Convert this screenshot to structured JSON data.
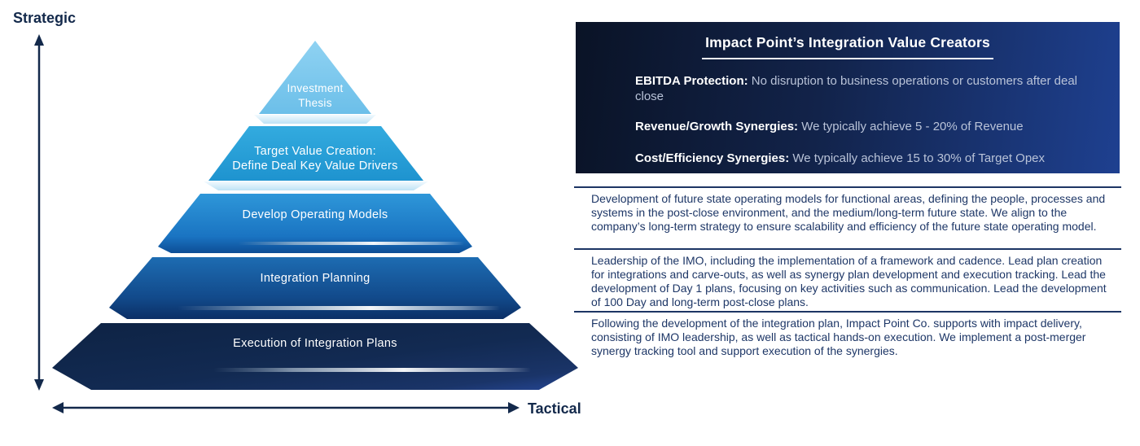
{
  "axes": {
    "vertical_label": "Strategic",
    "horizontal_label": "Tactical"
  },
  "pyramid": {
    "tiers": [
      {
        "label": "Investment Thesis",
        "lines": [
          "Investment",
          "Thesis"
        ],
        "color_top": "#8fd2f2",
        "color_bottom": "#6cbfe9"
      },
      {
        "label": "Target Value Creation: Define Deal Key Value Drivers",
        "lines": [
          "Target Value Creation:",
          "Define Deal Key Value Drivers"
        ],
        "color_top": "#33abdf",
        "color_bottom": "#1e93cf"
      },
      {
        "label": "Develop Operating Models",
        "color_top": "#2e97d9",
        "color_bottom": "#1161b2"
      },
      {
        "label": "Integration Planning",
        "color_top": "#1d6cb2",
        "color_bottom": "#0b2f66"
      },
      {
        "label": "Execution of Integration Plans",
        "color_top": "#132a50",
        "color_bottom": "#223f86"
      }
    ]
  },
  "panel": {
    "title": "Impact Point’s Integration Value Creators",
    "items": [
      {
        "label": "EBITDA Protection:",
        "text": "No disruption to business operations or customers after deal close"
      },
      {
        "label": "Revenue/Growth Synergies:",
        "text": "We typically achieve 5 - 20% of Revenue"
      },
      {
        "label": "Cost/Efficiency Synergies:",
        "text": "We typically achieve 15 to 30% of Target Opex"
      }
    ]
  },
  "descriptions": [
    {
      "text": "Development of future state operating models for functional areas, defining the people, processes and systems in the post-close environment, and the medium/long-term future state. We align to the company’s long-term strategy to ensure scalability and efficiency of the future state operating model."
    },
    {
      "text": "Leadership of the IMO, including the implementation of a framework and cadence. Lead plan creation for integrations and carve-outs, as well as synergy plan development and execution tracking. Lead the development of Day 1 plans, focusing on key activities such as communication. Lead the development of 100 Day and long-term post-close plans."
    },
    {
      "text": "Following the development of the integration plan, Impact Point Co. supports with impact delivery, consisting of IMO leadership, as well as tactical hands-on execution. We implement a post-merger synergy tracking tool and support execution of the synergies."
    }
  ],
  "colors": {
    "axis": "#13294b",
    "separator": "#1d3564",
    "paragraph_text": "#1e3767",
    "panel_bg_left": "#0a1326",
    "panel_bg_right": "#1e4090",
    "panel_label": "#ffffff",
    "panel_text": "#b9c3d8"
  }
}
